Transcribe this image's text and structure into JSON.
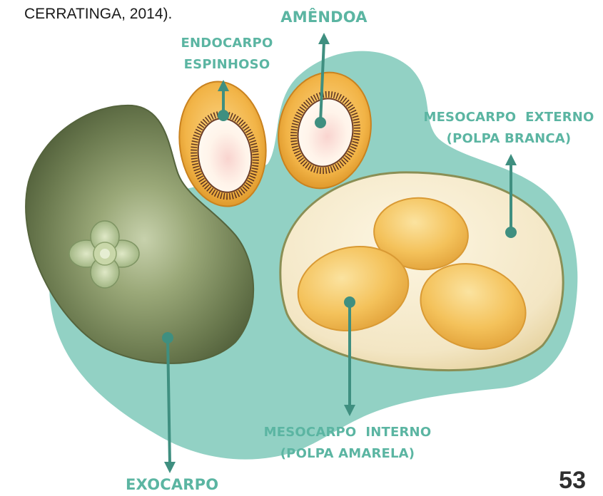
{
  "caption": "CERRATINGA, 2014).",
  "page_number": "53",
  "labels": {
    "amendoa": "AMÊNDOA",
    "endocarpo_line1": "ENDOCARPO",
    "endocarpo_line2": "ESPINHOSO",
    "mesocarpo_externo_line1": "MESOCARPO  EXTERNO",
    "mesocarpo_externo_line2": "(POLPA BRANCA)",
    "mesocarpo_interno_line1": "MESOCARPO  INTERNO",
    "mesocarpo_interno_line2": "(POLPA AMARELA)",
    "exocarpo": "EXOCARPO"
  },
  "colors": {
    "label": "#5bb5a2",
    "background_blob": "#92d1c4",
    "arrow": "#3f8f80",
    "exocarp": "#68774d",
    "seed": "#f1ae3c",
    "pulp_white": "#f5ead0",
    "pulp_yellow": "#f3bf55"
  }
}
